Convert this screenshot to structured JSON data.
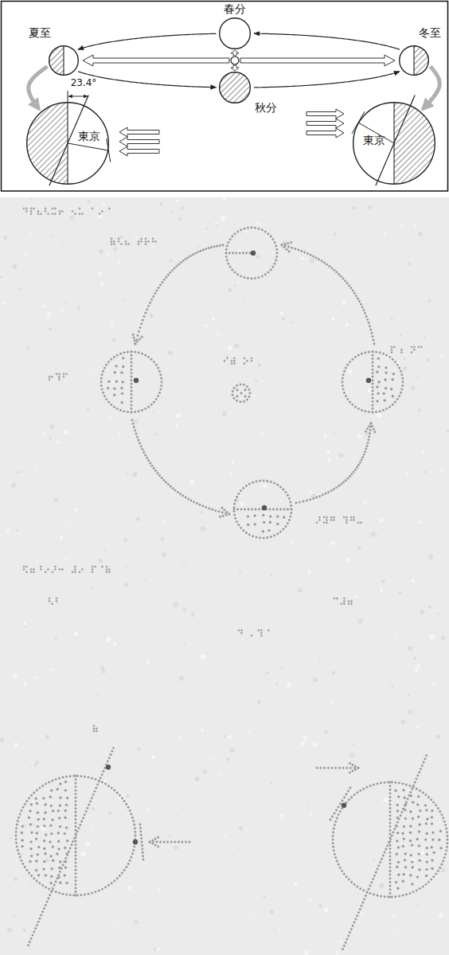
{
  "diagram": {
    "nodes": [
      {
        "text": [
          "春分"
        ]
      },
      {
        "text": [
          "夏至"
        ]
      },
      {
        "text": [
          "冬至"
        ]
      },
      {
        "text": [
          "秋分"
        ]
      },
      {
        "text": [
          "東京"
        ]
      },
      {
        "text": [
          "東京"
        ]
      }
    ],
    "edges": [
      {
        "from": 0,
        "to": 1,
        "arrow": "to"
      },
      {
        "from": 1,
        "to": 3,
        "arrow": "to"
      },
      {
        "from": 3,
        "to": 2,
        "arrow": "to"
      },
      {
        "from": 2,
        "to": 0,
        "arrow": "to"
      },
      {
        "from": 1,
        "to": 4,
        "arrow": "to"
      },
      {
        "from": 2,
        "to": 5,
        "arrow": "to"
      }
    ],
    "labels": [
      "23.4°"
    ]
  }
}
